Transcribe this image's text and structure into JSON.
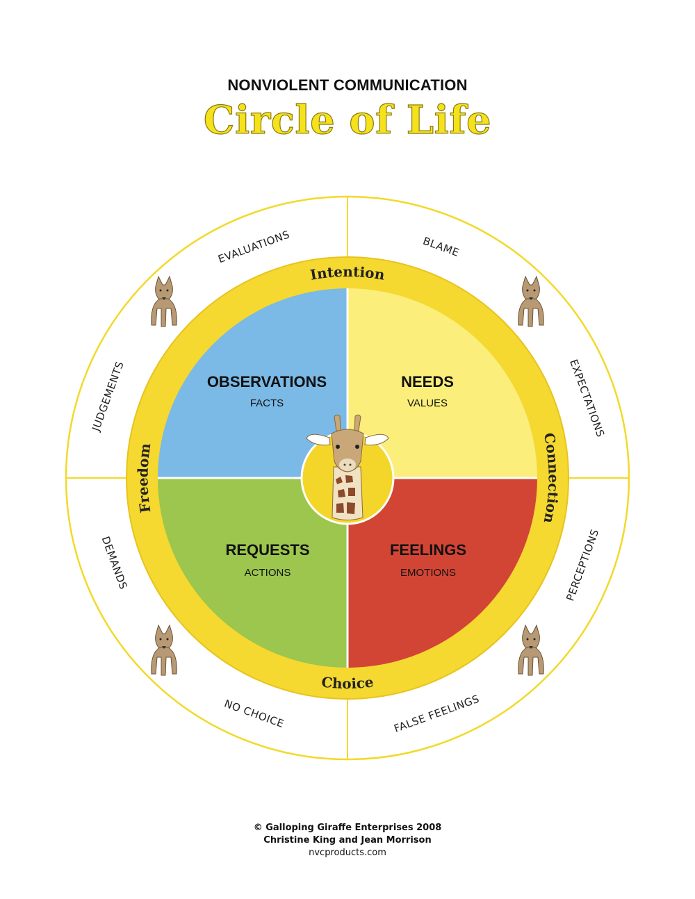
{
  "header": {
    "overline": "NONVIOLENT COMMUNICATION",
    "title": "Circle of Life"
  },
  "quadrants": [
    {
      "title": "OBSERVATIONS",
      "subtitle": "FACTS",
      "color": "#7bb9e6"
    },
    {
      "title": "NEEDS",
      "subtitle": "VALUES",
      "color": "#fbee7a"
    },
    {
      "title": "REQUESTS",
      "subtitle": "ACTIONS",
      "color": "#9cc64d"
    },
    {
      "title": "FEELINGS",
      "subtitle": "EMOTIONS",
      "color": "#d24535"
    }
  ],
  "band": {
    "top": "Intention",
    "right": "Connection",
    "bottom": "Choice",
    "left": "Freedom",
    "color": "#f5d830"
  },
  "outer_ring": {
    "upper_left_a": "EVALUATIONS",
    "upper_left_b": "JUDGEMENTS",
    "upper_right_a": "BLAME",
    "upper_right_b": "EXPECTATIONS",
    "lower_right_a": "PERCEPTIONS",
    "lower_right_b": "FALSE FEELINGS",
    "lower_left_a": "NO CHOICE",
    "lower_left_b": "DEMANDS"
  },
  "icons": {
    "center": "giraffe-icon",
    "corners": "jackal-icon"
  },
  "footer": {
    "line1": "© Galloping Giraffe Enterprises 2008",
    "line2": "Christine King and Jean Morrison",
    "line3": "nvcproducts.com"
  }
}
